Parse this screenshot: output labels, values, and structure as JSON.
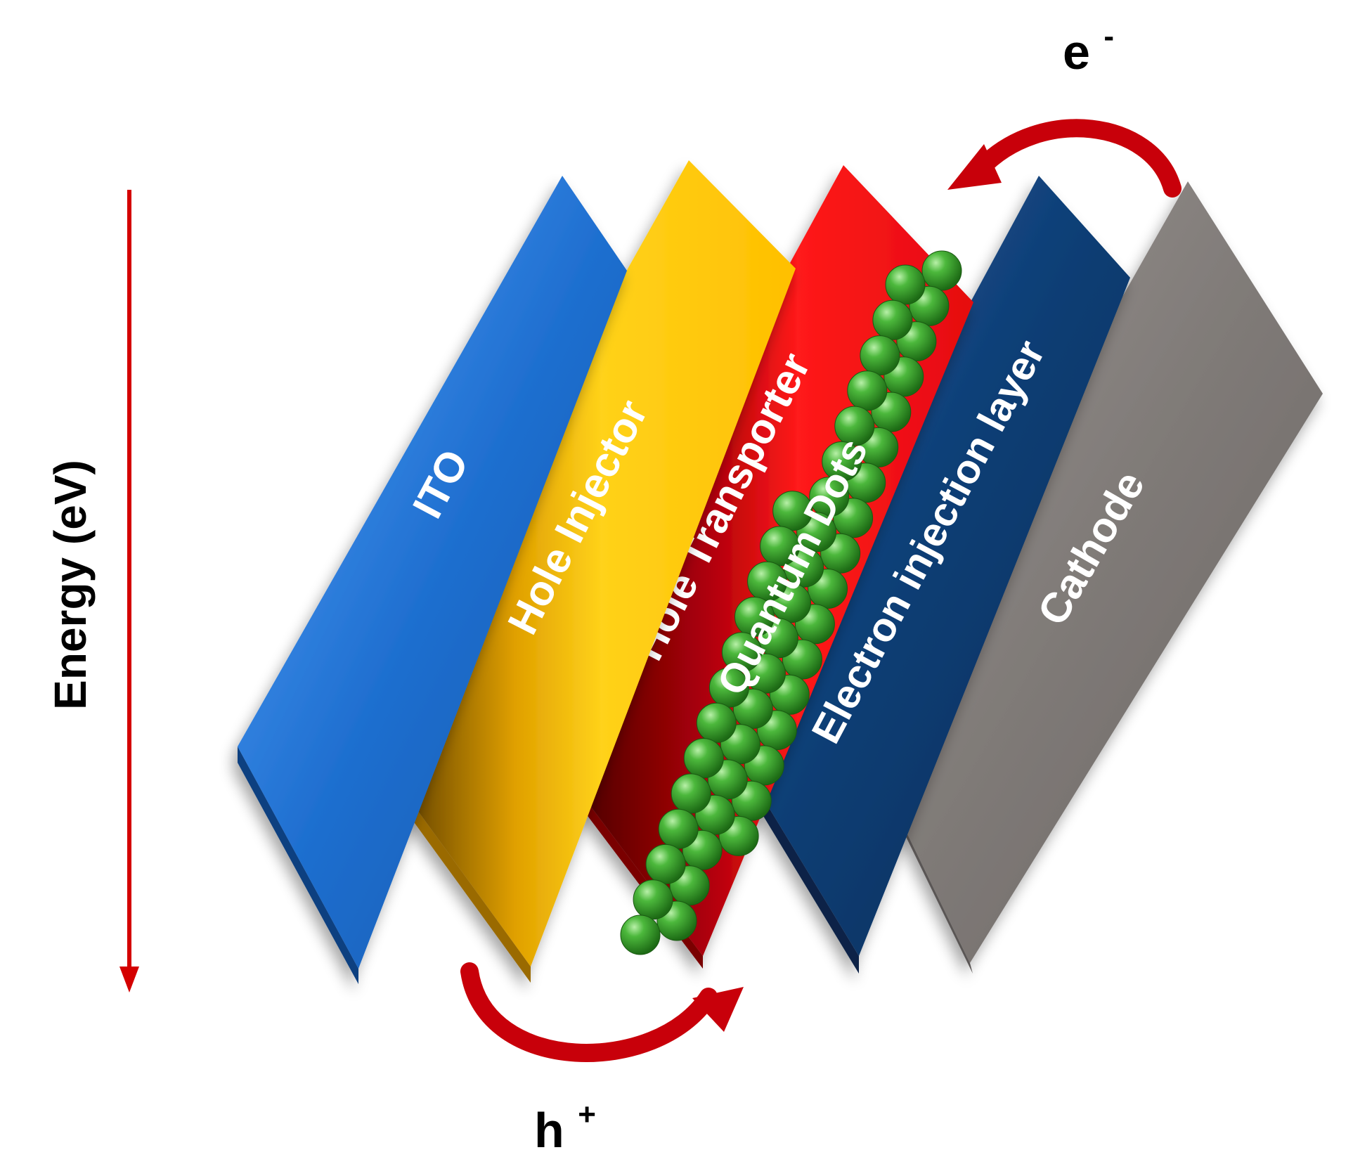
{
  "axis": {
    "label": "Energy (eV)",
    "color": "#d40000"
  },
  "layers": [
    {
      "name": "ITO",
      "color": "#1f6fd0",
      "text_color": "#ffffff"
    },
    {
      "name": "Hole Injector",
      "color": "#ffc000",
      "text_color": "#ffffff"
    },
    {
      "name": "Hole Transporter",
      "color": "#e8131a",
      "text_color": "#ffffff"
    },
    {
      "name": "Quantum Dots",
      "color": "#3a9a2e",
      "text_color": "#ffffff"
    },
    {
      "name": "Electron injection layer",
      "color": "#0f3d73",
      "text_color": "#ffffff"
    },
    {
      "name": "Cathode",
      "color": "#7f7a77",
      "text_color": "#ffffff"
    }
  ],
  "carriers": {
    "electron": {
      "symbol": "e",
      "superscript": "-"
    },
    "hole": {
      "symbol": "h",
      "superscript": "+"
    }
  },
  "arrow_color": "#c8000a"
}
